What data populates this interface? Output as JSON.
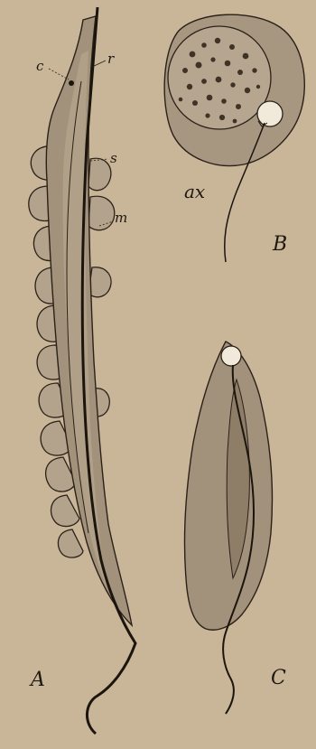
{
  "labels": {
    "c": "c",
    "r": "r",
    "s": "s",
    "m": "m",
    "ax": "ax",
    "A": "A",
    "B": "B",
    "C": "C"
  },
  "colors": {
    "paper": "#c9b598",
    "cell_fill": "#a2917b",
    "cell_fill_light": "#b3a38c",
    "membrane": "#8e7d67",
    "stroke": "#2a2118",
    "dots": "#3f3326",
    "vacuole": "#f1e9da"
  }
}
